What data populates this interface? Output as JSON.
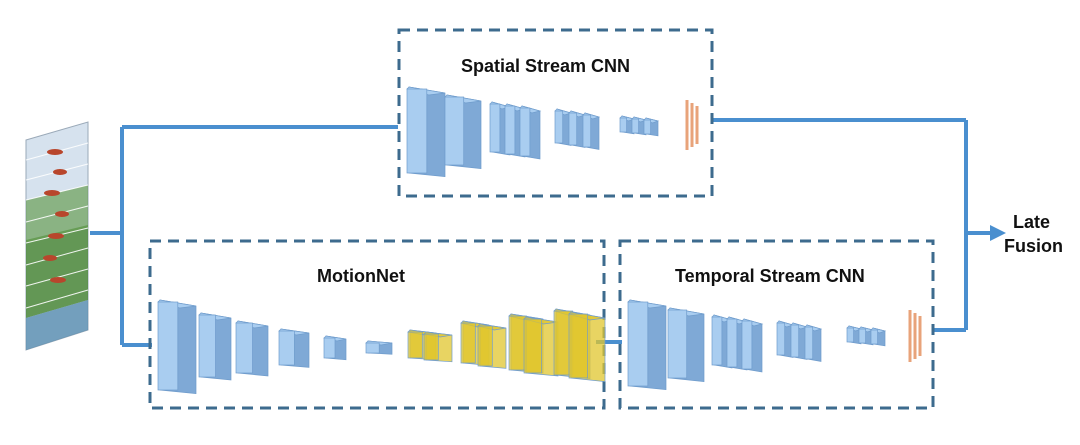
{
  "spatial_stream": {
    "title": "Spatial Stream CNN"
  },
  "motionnet": {
    "title": "MotionNet"
  },
  "temporal_stream": {
    "title": "Temporal Stream CNN"
  },
  "output": {
    "line1": "Late",
    "line2": "Fusion"
  },
  "colors": {
    "connector": "#4a8fcf",
    "box_border": "#3d6b8e",
    "block_face": "#a9cdf0",
    "block_side": "#7fa9d6",
    "block_edge": "#6f9ccc",
    "motion_yellow": "#e0c62e",
    "fc_layer": "#e8a37a",
    "frame_sky": "#d6e2ee",
    "frame_tree": "#4f8a3a"
  }
}
